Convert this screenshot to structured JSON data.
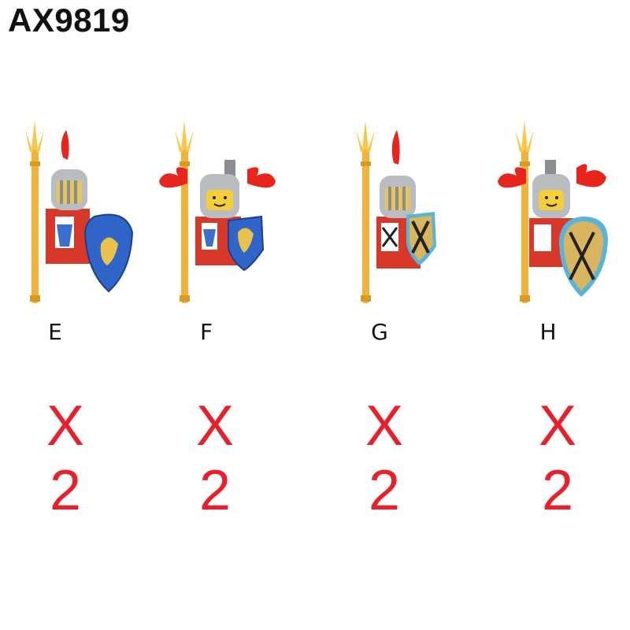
{
  "title": "AX9819",
  "colors": {
    "quantity": "#e8202c",
    "spear": "#f2b33a",
    "plume": "#e8251c",
    "blue_shield": "#2f64c8",
    "tan_shield": "#d9b560",
    "torso": "#d7382a",
    "helmet": "#b9bcc0"
  },
  "items": [
    {
      "label": "E",
      "quantity": "X 2",
      "shield_icon": "lion-shield-icon",
      "plume_icon": "single-plume-icon"
    },
    {
      "label": "F",
      "quantity": "X 2",
      "shield_icon": "lion-shield-icon",
      "plume_icon": "double-plume-icon"
    },
    {
      "label": "G",
      "quantity": "X 2",
      "shield_icon": "crossed-axes-shield-icon",
      "plume_icon": "single-plume-icon"
    },
    {
      "label": "H",
      "quantity": "X 2",
      "shield_icon": "crossed-axes-shield-icon",
      "plume_icon": "double-plume-icon"
    }
  ]
}
